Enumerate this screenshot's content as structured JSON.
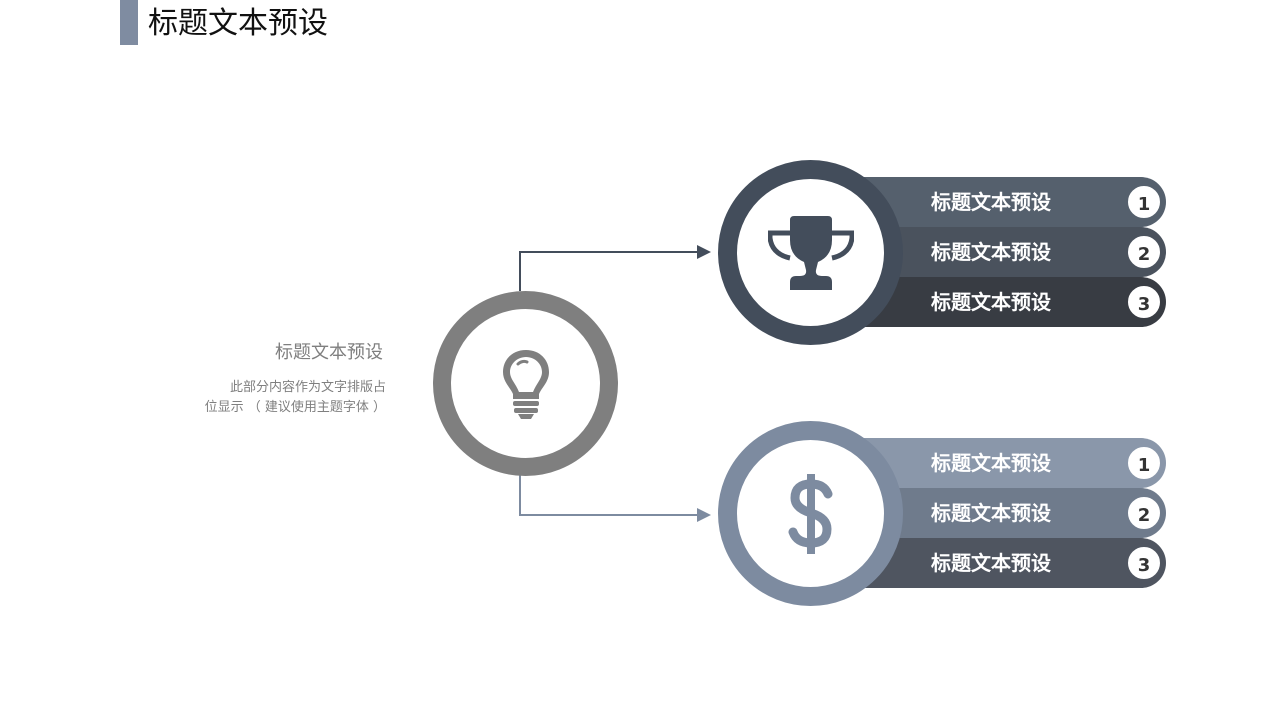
{
  "title": "标题文本预设",
  "left": {
    "heading": "标题文本预设",
    "description_line1": "此部分内容作为文字排版占",
    "description_line2": "位显示 （ 建议使用主题字体 ）"
  },
  "groups": [
    {
      "icon": "trophy-icon",
      "color": "#434d5b",
      "items": [
        {
          "label": "标题文本预设",
          "number": "1",
          "color": "#55606d"
        },
        {
          "label": "标题文本预设",
          "number": "2",
          "color": "#4a525d"
        },
        {
          "label": "标题文本预设",
          "number": "3",
          "color": "#383c43"
        }
      ]
    },
    {
      "icon": "dollar-icon",
      "color": "#7d8ba0",
      "items": [
        {
          "label": "标题文本预设",
          "number": "1",
          "color": "#8a97aa"
        },
        {
          "label": "标题文本预设",
          "number": "2",
          "color": "#6f7b8c"
        },
        {
          "label": "标题文本预设",
          "number": "3",
          "color": "#4f5560"
        }
      ]
    }
  ],
  "colors": {
    "accent": "#7f8ca1",
    "center_ring": "#7f7f7f"
  }
}
